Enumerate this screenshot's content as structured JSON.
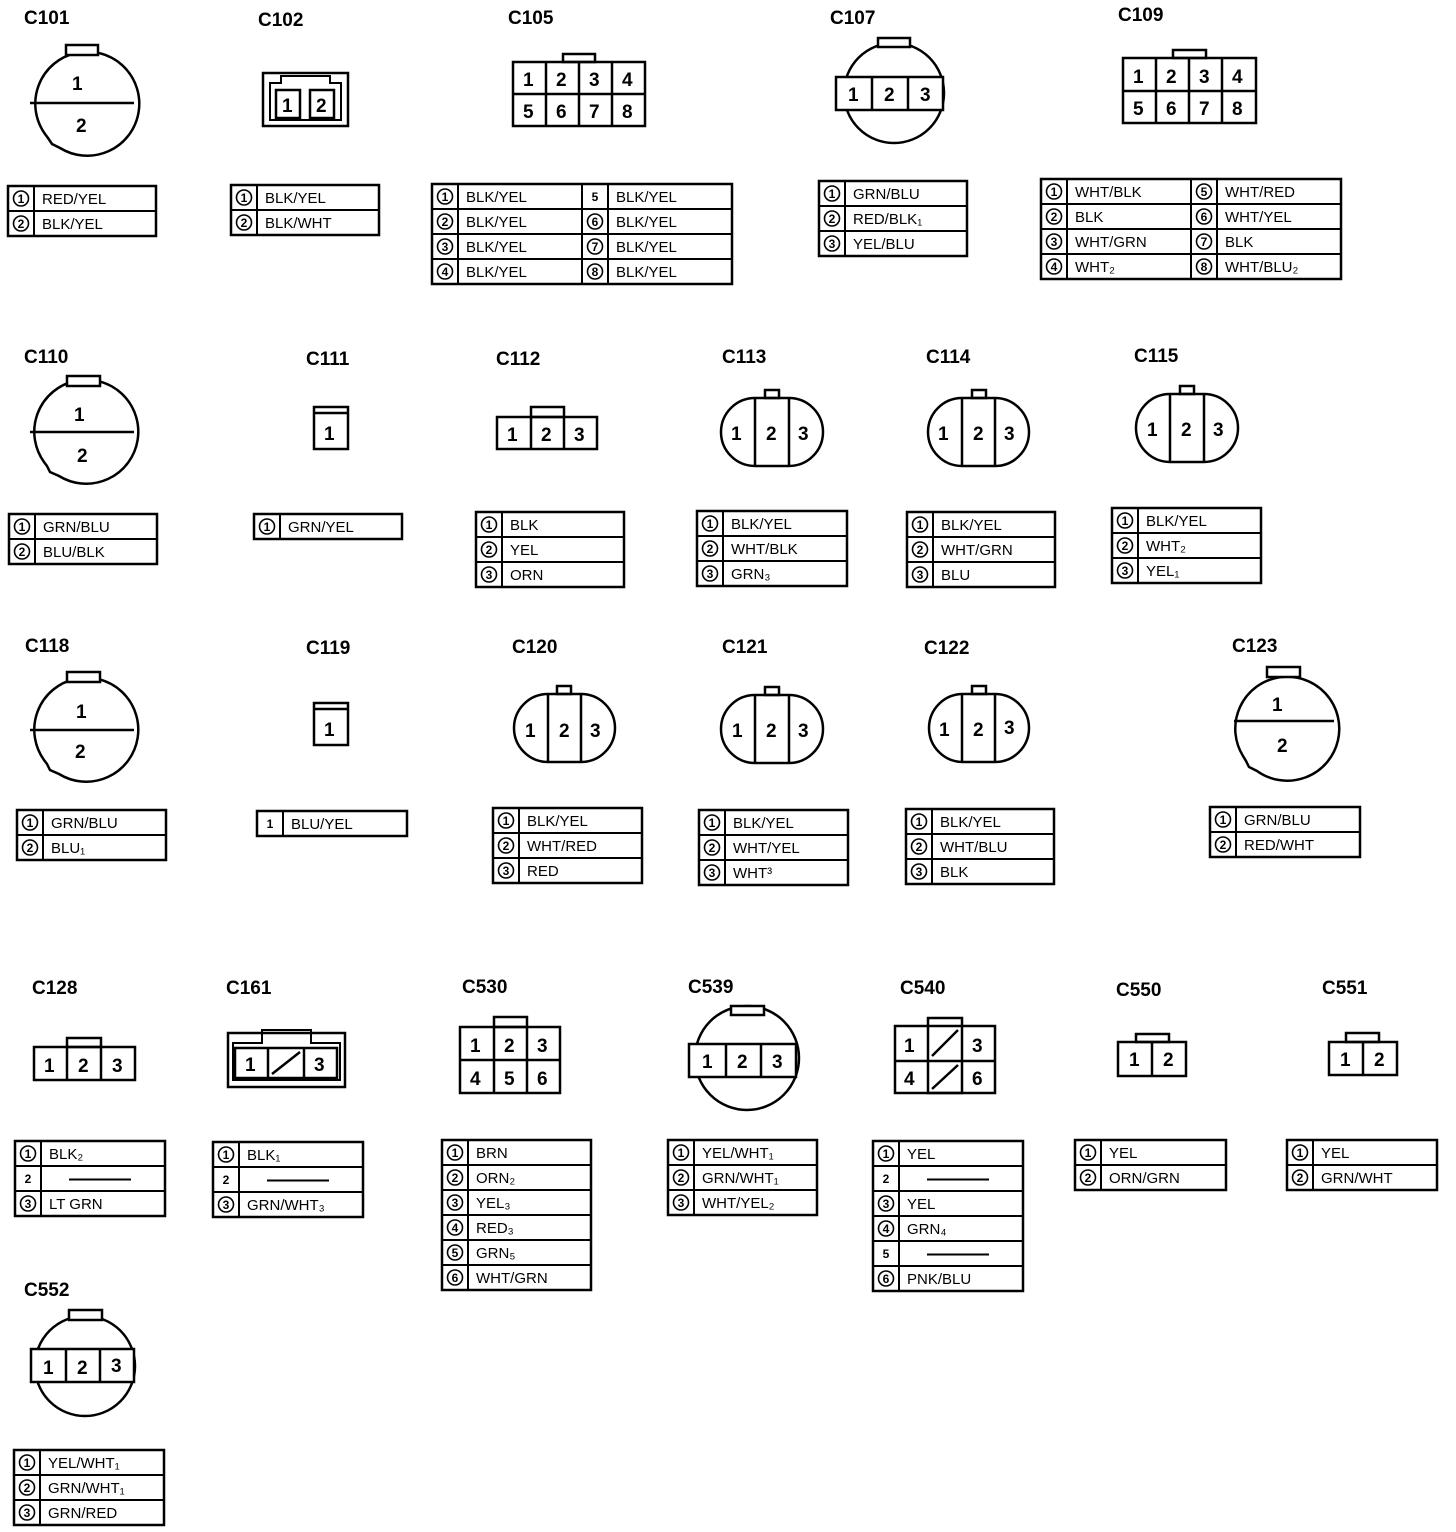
{
  "connectors": [
    {
      "id": "C101",
      "wires": [
        {
          "pin": "①",
          "color": "RED/YEL"
        },
        {
          "pin": "②",
          "color": "BLK/YEL"
        }
      ]
    },
    {
      "id": "C102",
      "wires": [
        {
          "pin": "①",
          "color": "BLK/YEL"
        },
        {
          "pin": "②",
          "color": "BLK/WHT"
        }
      ]
    },
    {
      "id": "C105",
      "wires": [
        {
          "pin": "①",
          "color": "BLK/YEL"
        },
        {
          "pin": "②",
          "color": "BLK/YEL"
        },
        {
          "pin": "③",
          "color": "BLK/YEL"
        },
        {
          "pin": "④",
          "color": "BLK/YEL"
        },
        {
          "pin": "5",
          "color": "BLK/YEL"
        },
        {
          "pin": "⑥",
          "color": "BLK/YEL"
        },
        {
          "pin": "⑦",
          "color": "BLK/YEL"
        },
        {
          "pin": "⑧",
          "color": "BLK/YEL"
        }
      ]
    },
    {
      "id": "C107",
      "wires": [
        {
          "pin": "①",
          "color": "GRN/BLU"
        },
        {
          "pin": "②",
          "color": "RED/BLK₁"
        },
        {
          "pin": "③",
          "color": "YEL/BLU"
        }
      ]
    },
    {
      "id": "C109",
      "wires": [
        {
          "pin": "①",
          "color": "WHT/BLK"
        },
        {
          "pin": "②",
          "color": "BLK"
        },
        {
          "pin": "③",
          "color": "WHT/GRN"
        },
        {
          "pin": "④",
          "color": "WHT₂"
        },
        {
          "pin": "⑤",
          "color": "WHT/RED"
        },
        {
          "pin": "⑥",
          "color": "WHT/YEL"
        },
        {
          "pin": "⑦",
          "color": "BLK"
        },
        {
          "pin": "⑧",
          "color": "WHT/BLU₂"
        }
      ]
    },
    {
      "id": "C110",
      "wires": [
        {
          "pin": "①",
          "color": "GRN/BLU"
        },
        {
          "pin": "②",
          "color": "BLU/BLK"
        }
      ]
    },
    {
      "id": "C111",
      "wires": [
        {
          "pin": "①",
          "color": "GRN/YEL"
        }
      ]
    },
    {
      "id": "C112",
      "wires": [
        {
          "pin": "①",
          "color": "BLK"
        },
        {
          "pin": "②",
          "color": "YEL"
        },
        {
          "pin": "③",
          "color": "ORN"
        }
      ]
    },
    {
      "id": "C113",
      "wires": [
        {
          "pin": "①",
          "color": "BLK/YEL"
        },
        {
          "pin": "②",
          "color": "WHT/BLK"
        },
        {
          "pin": "③",
          "color": "GRN₃"
        }
      ]
    },
    {
      "id": "C114",
      "wires": [
        {
          "pin": "①",
          "color": "BLK/YEL"
        },
        {
          "pin": "②",
          "color": "WHT/GRN"
        },
        {
          "pin": "③",
          "color": "BLU"
        }
      ]
    },
    {
      "id": "C115",
      "wires": [
        {
          "pin": "①",
          "color": "BLK/YEL"
        },
        {
          "pin": "②",
          "color": "WHT₂"
        },
        {
          "pin": "③",
          "color": "YEL₁"
        }
      ]
    },
    {
      "id": "C118",
      "wires": [
        {
          "pin": "①",
          "color": "GRN/BLU"
        },
        {
          "pin": "②",
          "color": "BLU₁"
        }
      ]
    },
    {
      "id": "C119",
      "wires": [
        {
          "pin": "1",
          "color": "BLU/YEL"
        }
      ]
    },
    {
      "id": "C120",
      "wires": [
        {
          "pin": "①",
          "color": "BLK/YEL"
        },
        {
          "pin": "②",
          "color": "WHT/RED"
        },
        {
          "pin": "③",
          "color": "RED"
        }
      ]
    },
    {
      "id": "C121",
      "wires": [
        {
          "pin": "①",
          "color": "BLK/YEL"
        },
        {
          "pin": "②",
          "color": "WHT/YEL"
        },
        {
          "pin": "③",
          "color": "WHT³"
        }
      ]
    },
    {
      "id": "C122",
      "wires": [
        {
          "pin": "①",
          "color": "BLK/YEL"
        },
        {
          "pin": "②",
          "color": "WHT/BLU"
        },
        {
          "pin": "③",
          "color": "BLK"
        }
      ]
    },
    {
      "id": "C123",
      "wires": [
        {
          "pin": "①",
          "color": "GRN/BLU"
        },
        {
          "pin": "②",
          "color": "RED/WHT"
        }
      ]
    },
    {
      "id": "C128",
      "wires": [
        {
          "pin": "①",
          "color": "BLK₂"
        },
        {
          "pin": "2",
          "color": "———"
        },
        {
          "pin": "③",
          "color": "LT GRN"
        }
      ]
    },
    {
      "id": "C161",
      "wires": [
        {
          "pin": "①",
          "color": "BLK₁"
        },
        {
          "pin": "2",
          "color": "———"
        },
        {
          "pin": "③",
          "color": "GRN/WHT₃"
        }
      ]
    },
    {
      "id": "C530",
      "wires": [
        {
          "pin": "①",
          "color": "BRN"
        },
        {
          "pin": "②",
          "color": "ORN₂"
        },
        {
          "pin": "③",
          "color": "YEL₃"
        },
        {
          "pin": "④",
          "color": "RED₃"
        },
        {
          "pin": "⑤",
          "color": "GRN₅"
        },
        {
          "pin": "⑥",
          "color": "WHT/GRN"
        }
      ]
    },
    {
      "id": "C539",
      "wires": [
        {
          "pin": "①",
          "color": "YEL/WHT₁"
        },
        {
          "pin": "②",
          "color": "GRN/WHT₁"
        },
        {
          "pin": "③",
          "color": "WHT/YEL₂"
        }
      ]
    },
    {
      "id": "C540",
      "wires": [
        {
          "pin": "①",
          "color": "YEL"
        },
        {
          "pin": "2",
          "color": "———"
        },
        {
          "pin": "③",
          "color": "YEL"
        },
        {
          "pin": "④",
          "color": "GRN₄"
        },
        {
          "pin": "5",
          "color": "———"
        },
        {
          "pin": "⑥",
          "color": "PNK/BLU"
        }
      ]
    },
    {
      "id": "C550",
      "wires": [
        {
          "pin": "①",
          "color": "YEL"
        },
        {
          "pin": "②",
          "color": "ORN/GRN"
        }
      ]
    },
    {
      "id": "C551",
      "wires": [
        {
          "pin": "①",
          "color": "YEL"
        },
        {
          "pin": "②",
          "color": "GRN/WHT"
        }
      ]
    },
    {
      "id": "C552",
      "wires": [
        {
          "pin": "①",
          "color": "YEL/WHT₁"
        },
        {
          "pin": "②",
          "color": "GRN/WHT₁"
        },
        {
          "pin": "③",
          "color": "GRN/RED"
        }
      ]
    }
  ],
  "pin_labels": [
    "1",
    "2",
    "3",
    "4",
    "5",
    "6",
    "7",
    "8"
  ],
  "colors": {
    "ink": "#000000",
    "paper": "#ffffff"
  }
}
